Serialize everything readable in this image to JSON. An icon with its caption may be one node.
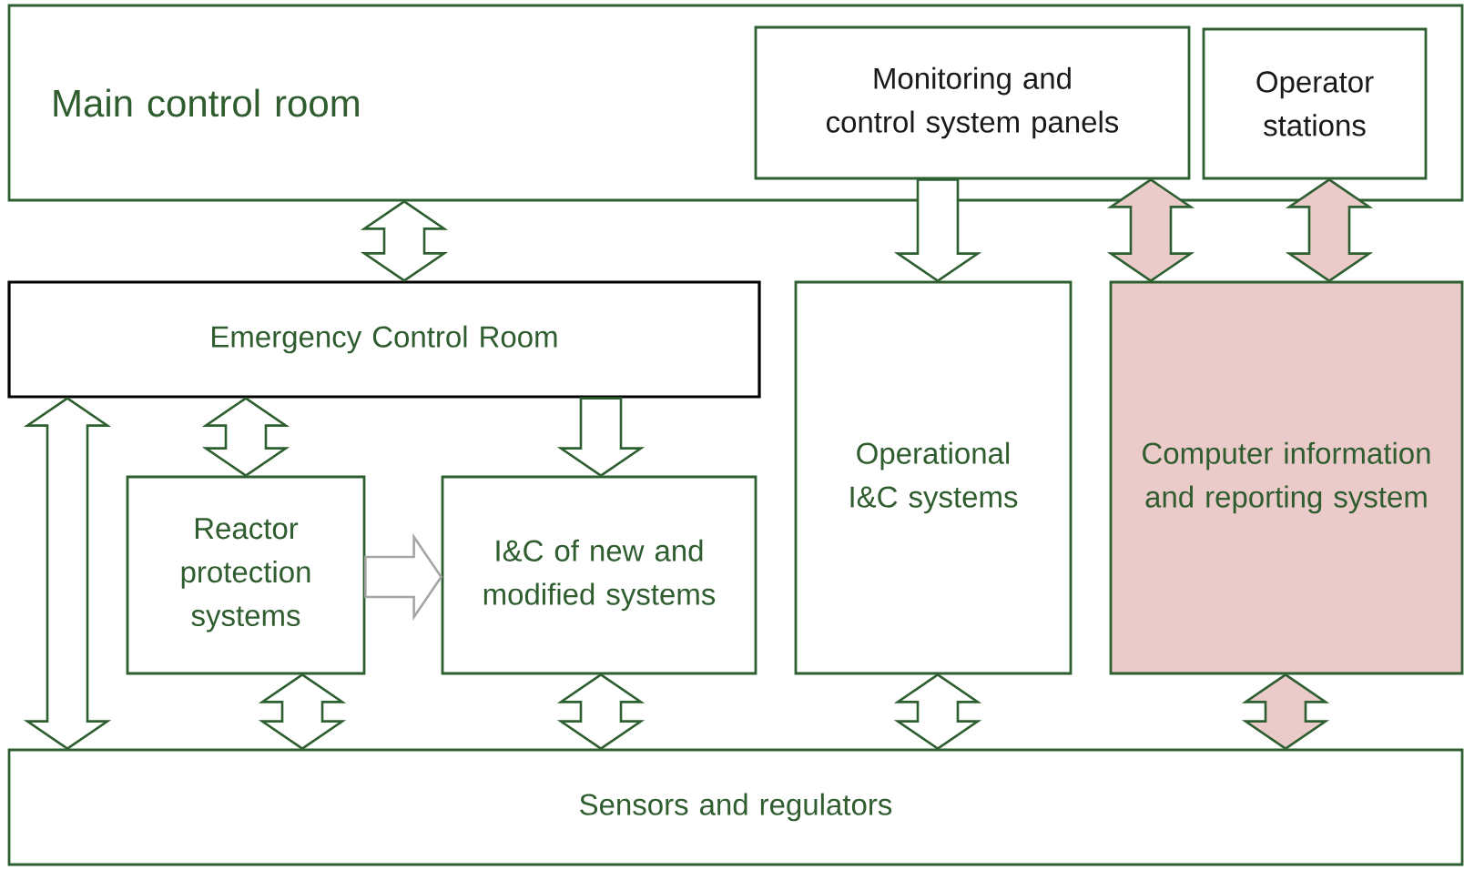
{
  "diagram": {
    "nodes": [
      {
        "text": [
          "Main control room"
        ]
      },
      {
        "text": [
          "Monitoring and control system panels"
        ],
        "in": 0
      },
      {
        "text": [
          "Operator stations"
        ],
        "in": 0
      },
      {
        "text": [
          "Emergency Control Room"
        ]
      },
      {
        "text": [
          "Reactor protection systems"
        ]
      },
      {
        "text": [
          "I&C of new and modified systems"
        ]
      },
      {
        "text": [
          "Operational I&C systems"
        ]
      },
      {
        "text": [
          "Computer information and reporting system"
        ]
      },
      {
        "text": [
          "Sensors and regulators"
        ]
      }
    ],
    "edges": [
      {
        "from": 0,
        "to": 3,
        "arrow": "both"
      },
      {
        "from": 3,
        "to": 8,
        "arrow": "both"
      },
      {
        "from": 3,
        "to": 4,
        "arrow": "both"
      },
      {
        "from": 3,
        "to": 5,
        "arrow": "to"
      },
      {
        "from": 4,
        "to": 5,
        "arrow": "to",
        "color": "#a6a6a6"
      },
      {
        "from": 4,
        "to": 8,
        "arrow": "both"
      },
      {
        "from": 5,
        "to": 8,
        "arrow": "both"
      },
      {
        "from": 1,
        "to": 6,
        "arrow": "to"
      },
      {
        "from": 1,
        "to": 7,
        "arrow": "both",
        "color": "#ebcaca"
      },
      {
        "from": 2,
        "to": 7,
        "arrow": "both",
        "color": "#ebcaca"
      },
      {
        "from": 6,
        "to": 8,
        "arrow": "both"
      },
      {
        "from": 7,
        "to": 8,
        "arrow": "both",
        "color": "#ebcaca"
      }
    ]
  }
}
